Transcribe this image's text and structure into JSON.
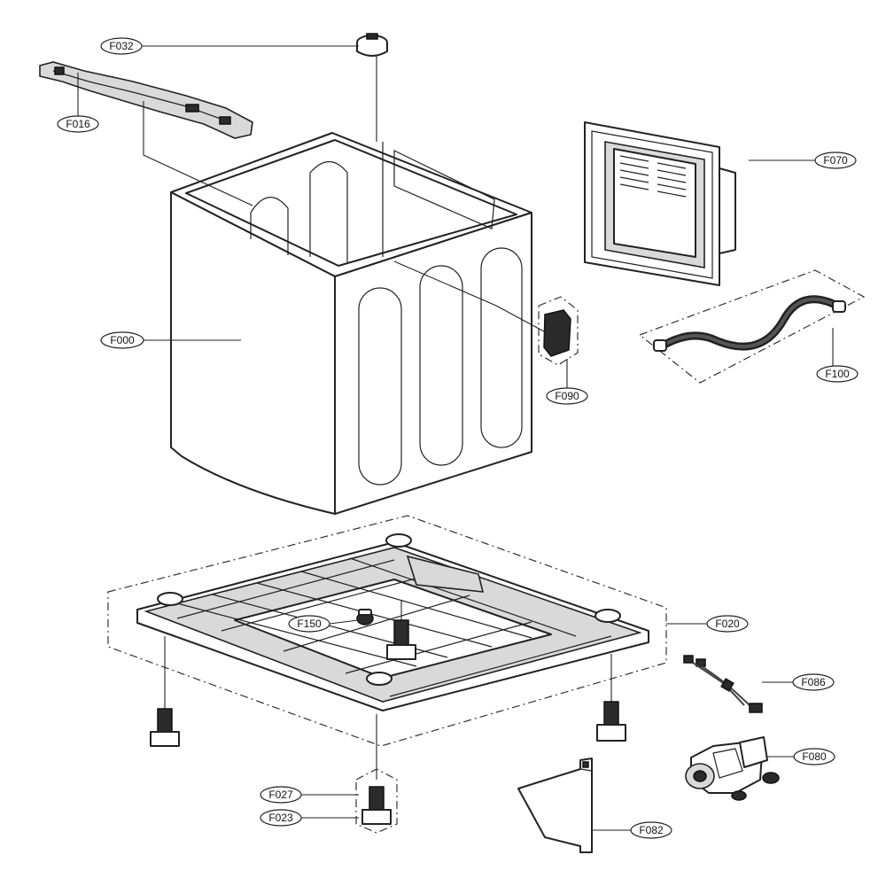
{
  "callouts": [
    {
      "id": "F032",
      "label": "F032"
    },
    {
      "id": "F016",
      "label": "F016"
    },
    {
      "id": "F070",
      "label": "F070"
    },
    {
      "id": "F000",
      "label": "F000"
    },
    {
      "id": "F090",
      "label": "F090"
    },
    {
      "id": "F100",
      "label": "F100"
    },
    {
      "id": "F150",
      "label": "F150"
    },
    {
      "id": "F020",
      "label": "F020"
    },
    {
      "id": "F086",
      "label": "F086"
    },
    {
      "id": "F080",
      "label": "F080"
    },
    {
      "id": "F027",
      "label": "F027"
    },
    {
      "id": "F023",
      "label": "F023"
    },
    {
      "id": "F082",
      "label": "F082"
    }
  ]
}
